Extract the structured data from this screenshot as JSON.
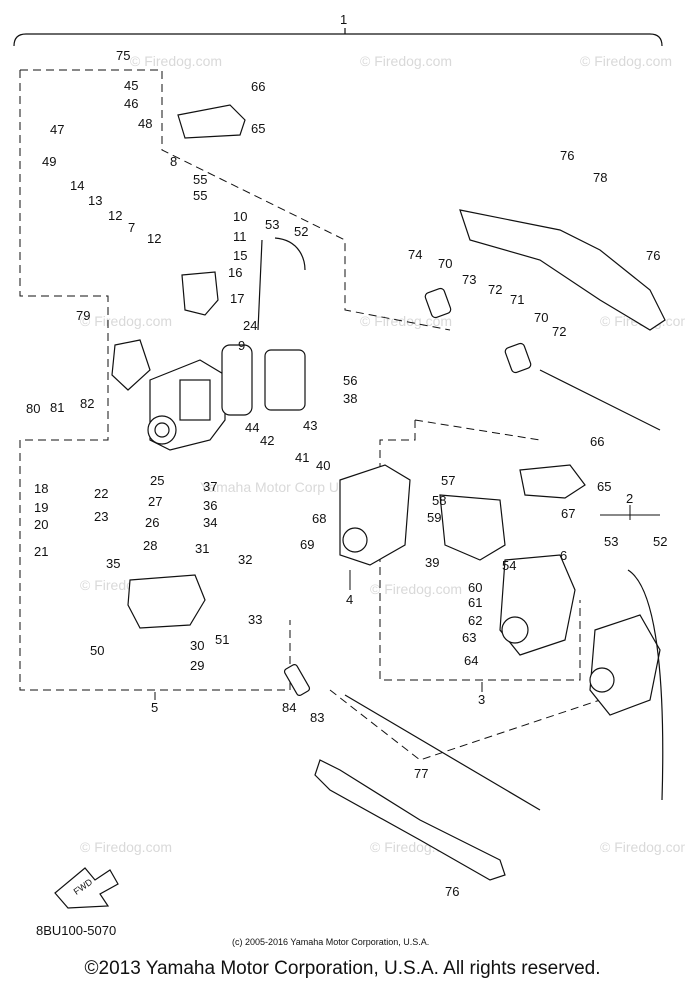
{
  "diagram": {
    "assembly_number": "1",
    "labels": [
      "75",
      "45",
      "46",
      "47",
      "48",
      "66",
      "65",
      "49",
      "8",
      "55",
      "14",
      "13",
      "12",
      "7",
      "55",
      "12",
      "10",
      "11",
      "15",
      "16",
      "17",
      "53",
      "52",
      "76",
      "78",
      "76",
      "79",
      "24",
      "9",
      "74",
      "70",
      "73",
      "72",
      "71",
      "70",
      "72",
      "80",
      "81",
      "82",
      "56",
      "38",
      "44",
      "42",
      "43",
      "41",
      "40",
      "68",
      "69",
      "18",
      "19",
      "20",
      "21",
      "22",
      "23",
      "25",
      "27",
      "26",
      "28",
      "37",
      "36",
      "34",
      "31",
      "32",
      "35",
      "30",
      "29",
      "50",
      "51",
      "33",
      "66",
      "65",
      "57",
      "58",
      "59",
      "67",
      "6",
      "39",
      "54",
      "60",
      "61",
      "62",
      "63",
      "64",
      "53",
      "52",
      "83",
      "84",
      "77",
      "76"
    ],
    "group_labels": {
      "assembly_2": "2",
      "assembly_3": "3",
      "assembly_4": "4",
      "assembly_5": "5"
    },
    "fwd_label": "FWD",
    "part_number": "8BU100-5070",
    "small_credit": "(c) 2005-2016 Yamaha Motor Corporation, U.S.A.",
    "watermarks": [
      "© Firedog.com",
      "© Firedog.com",
      "© Firedog.com",
      "© Firedog.com",
      "© Firedog.com",
      "© Firedog.com",
      "© Firedog.com",
      "© Firedog.com",
      "© Firedog.com",
      "© Firedog.com",
      "© Firedog.com",
      "Yamaha Motor Corp USA"
    ]
  },
  "footer": {
    "copyright": "©2013 Yamaha Motor Corporation, U.S.A. All rights reserved."
  }
}
